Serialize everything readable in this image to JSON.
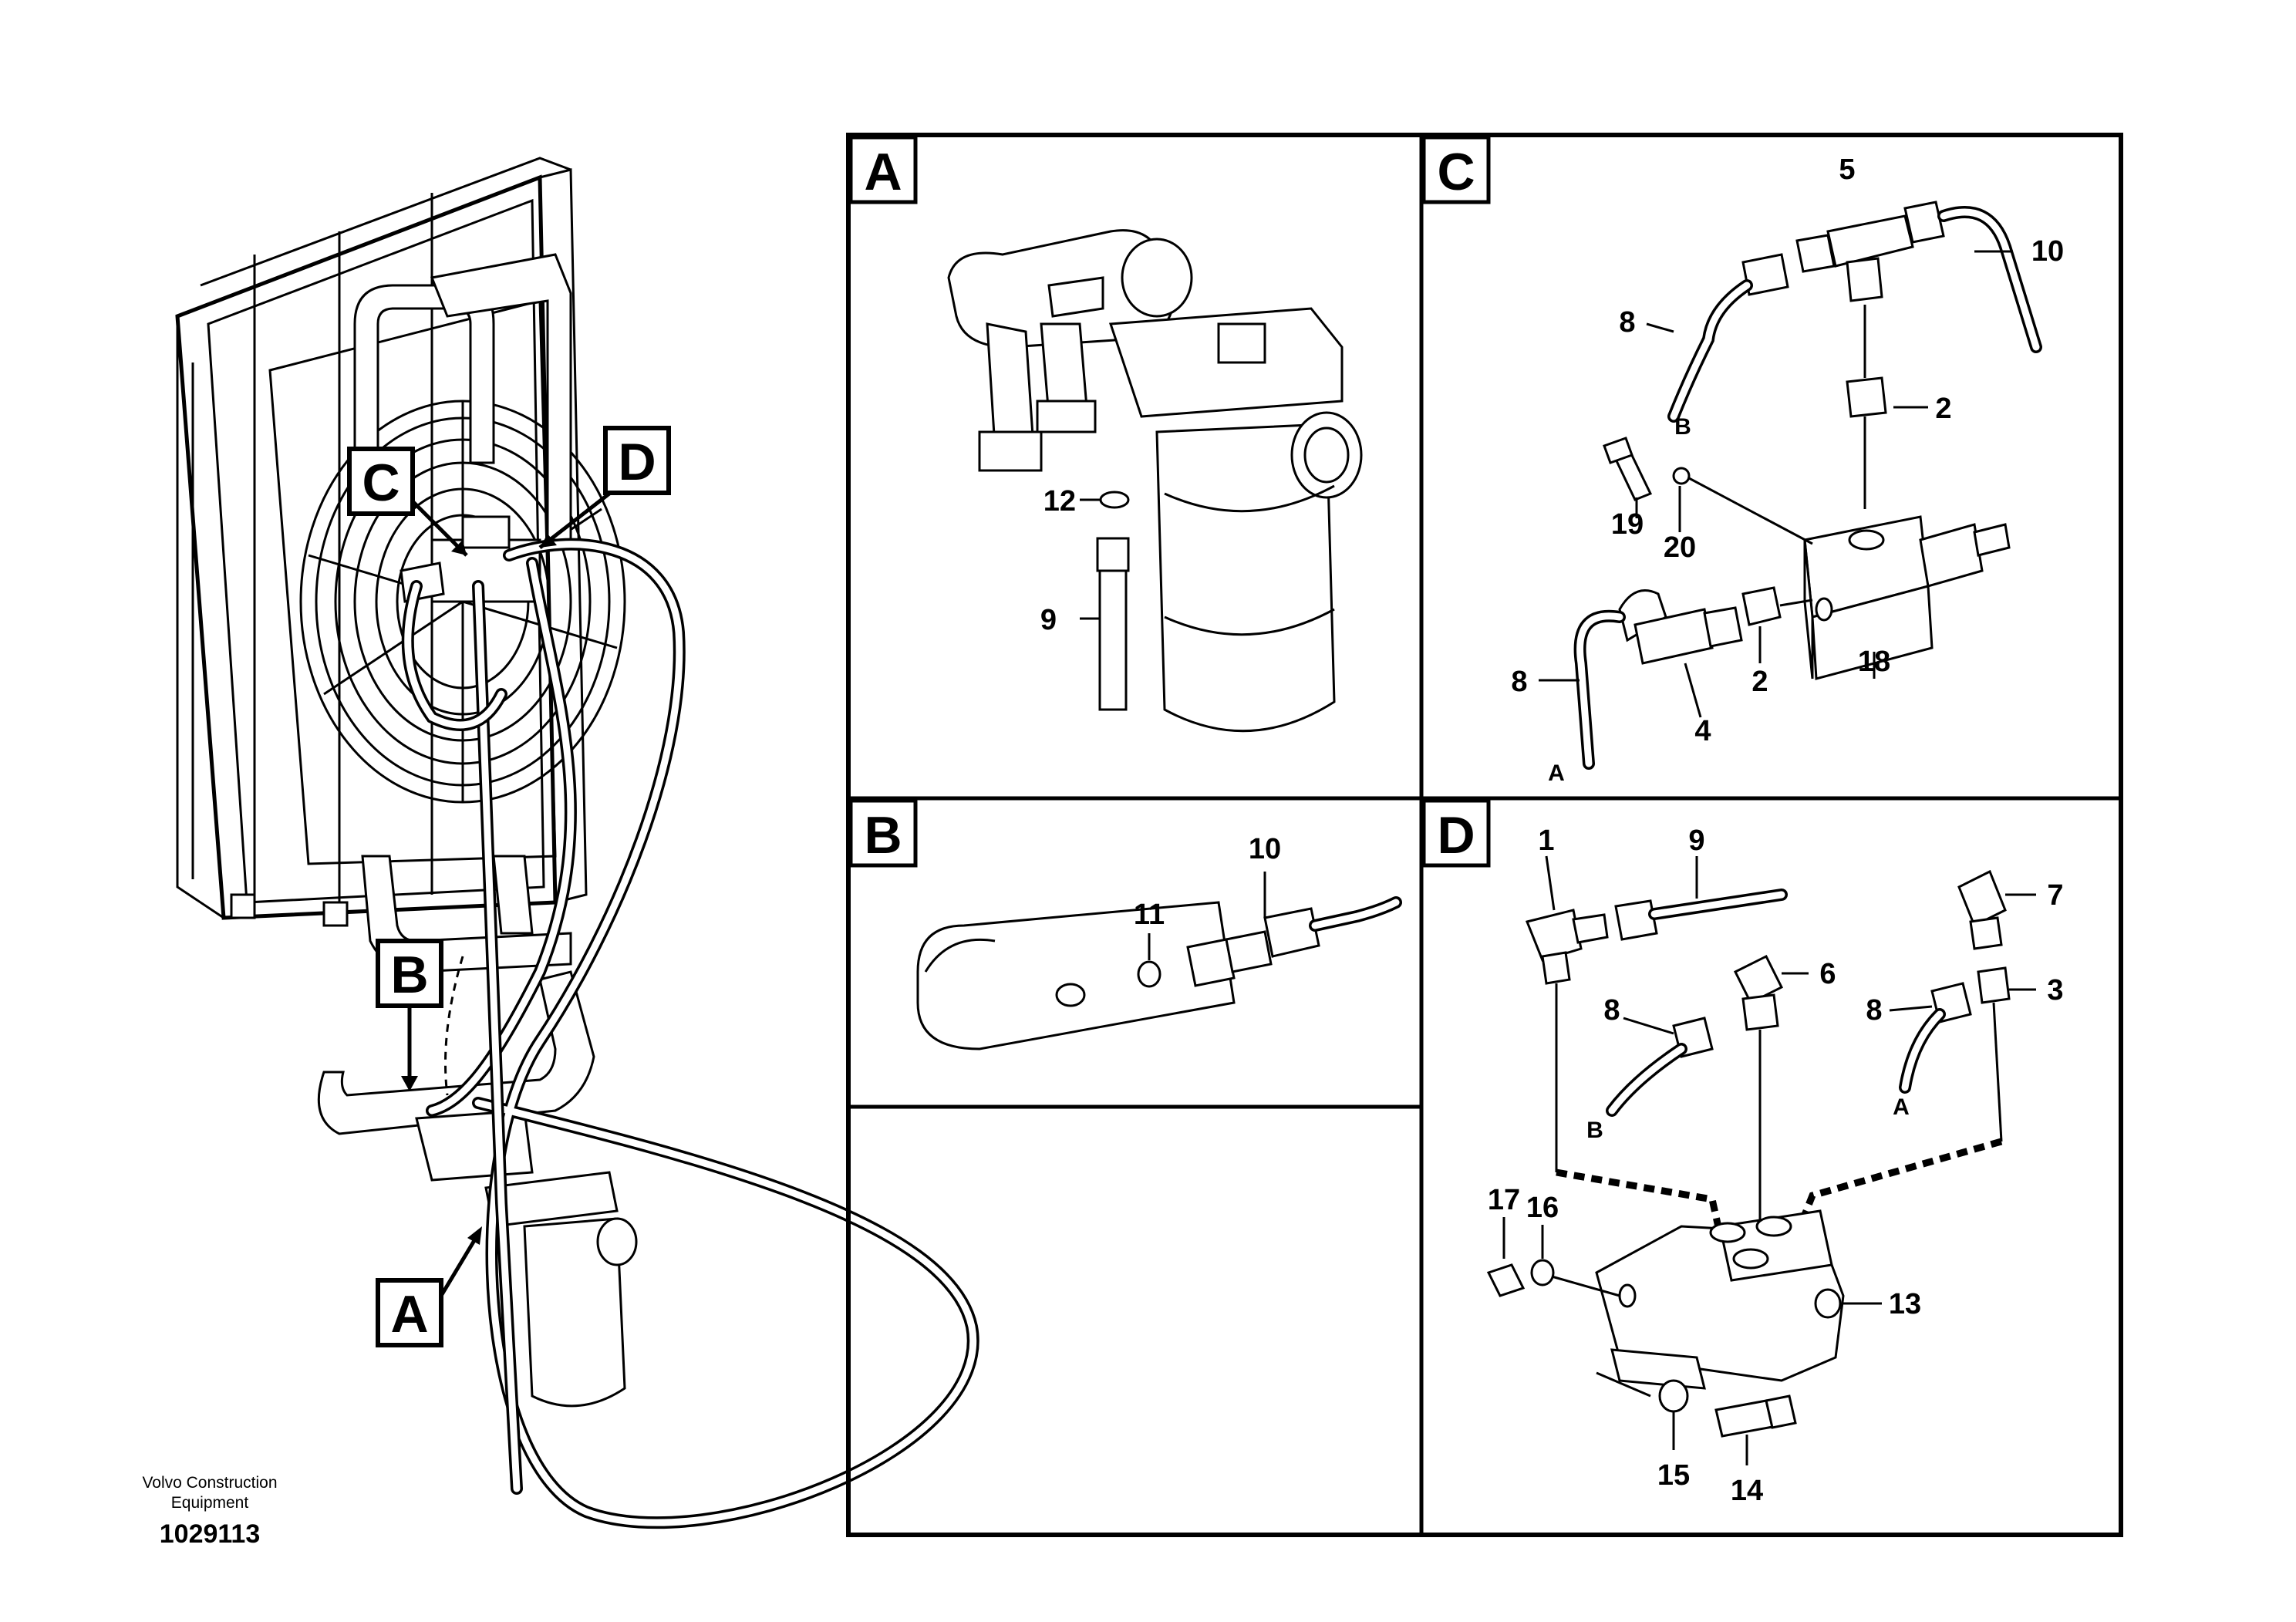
{
  "overview": {
    "callouts": [
      "C",
      "D",
      "B",
      "A"
    ]
  },
  "panels": [
    {
      "letter": "A",
      "numbers": [
        "12",
        "9"
      ]
    },
    {
      "letter": "B",
      "numbers": [
        "11",
        "10"
      ]
    },
    {
      "letter": "C",
      "numbers": [
        "5",
        "10",
        "8",
        "2",
        "19",
        "20",
        "8",
        "4",
        "2",
        "18"
      ],
      "refs": [
        "B",
        "A"
      ]
    },
    {
      "letter": "D",
      "numbers": [
        "1",
        "9",
        "7",
        "6",
        "8",
        "3",
        "8",
        "17",
        "16",
        "13",
        "15",
        "14"
      ],
      "refs": [
        "B",
        "A"
      ]
    }
  ],
  "footer": {
    "credit_line1": "Volvo Construction",
    "credit_line2": "Equipment",
    "doc_number": "1029113"
  }
}
